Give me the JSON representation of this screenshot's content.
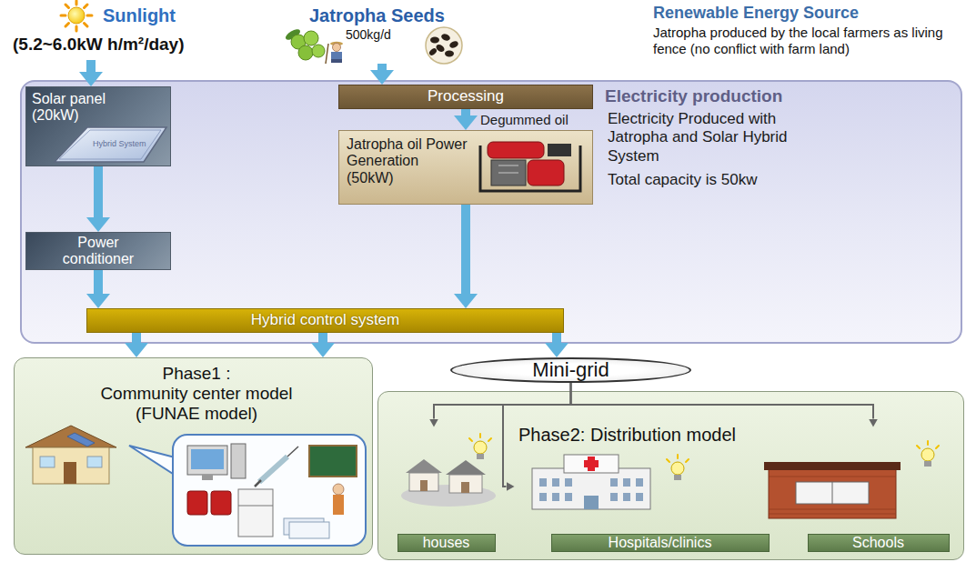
{
  "diagram": {
    "nodes": [
      {
        "text": [
          "Sunlight",
          "(5.2~6.0kW h/m²/day)"
        ]
      },
      {
        "text": [
          "Jatropha Seeds",
          "500kg/d"
        ]
      },
      {
        "text": [
          "Electricity production",
          "Electricity Produced with Jatropha and Solar Hybrid System",
          "Total capacity is 50kw"
        ]
      },
      {
        "text": [
          "Solar panel (20kW)"
        ],
        "in": 2
      },
      {
        "text": [
          "Processing"
        ],
        "in": 2
      },
      {
        "text": [
          "Jatropha oil Power Generation (50kW)"
        ],
        "in": 2
      },
      {
        "text": [
          "Power conditioner"
        ],
        "in": 2
      },
      {
        "text": [
          "Hybrid control system"
        ],
        "in": 2
      },
      {
        "text": [
          "Phase1 :",
          "Community center model (FUNAE model)"
        ]
      },
      {
        "text": [
          "Mini-grid"
        ]
      },
      {
        "text": [
          "Phase2: Distribution model"
        ]
      },
      {
        "text": [
          "houses"
        ],
        "in": 10
      },
      {
        "text": [
          "Hospitals/clinics"
        ],
        "in": 10
      },
      {
        "text": [
          "Schools"
        ],
        "in": 10
      }
    ],
    "edges": [
      {
        "from": 0,
        "to": 3,
        "arrow": "to"
      },
      {
        "from": 1,
        "to": 4,
        "arrow": "to"
      },
      {
        "from": 3,
        "to": 6,
        "arrow": "to"
      },
      {
        "from": 4,
        "to": 5,
        "label": "Degummed oil",
        "arrow": "to"
      },
      {
        "from": 6,
        "to": 7,
        "arrow": "to"
      },
      {
        "from": 5,
        "to": 7,
        "arrow": "to"
      },
      {
        "from": 7,
        "to": 8,
        "arrow": "to"
      },
      {
        "from": 7,
        "to": 8,
        "arrow": "to"
      },
      {
        "from": 7,
        "to": 9,
        "arrow": "to"
      },
      {
        "from": 9,
        "to": 11,
        "arrow": "to"
      },
      {
        "from": 9,
        "to": 12,
        "arrow": "to"
      },
      {
        "from": 9,
        "to": 13,
        "arrow": "to"
      }
    ],
    "labels": [
      "Renewable Energy Source",
      "Jatropha produced by the local farmers as living fence (no conflict with farm land)",
      "Hybrid System"
    ]
  }
}
